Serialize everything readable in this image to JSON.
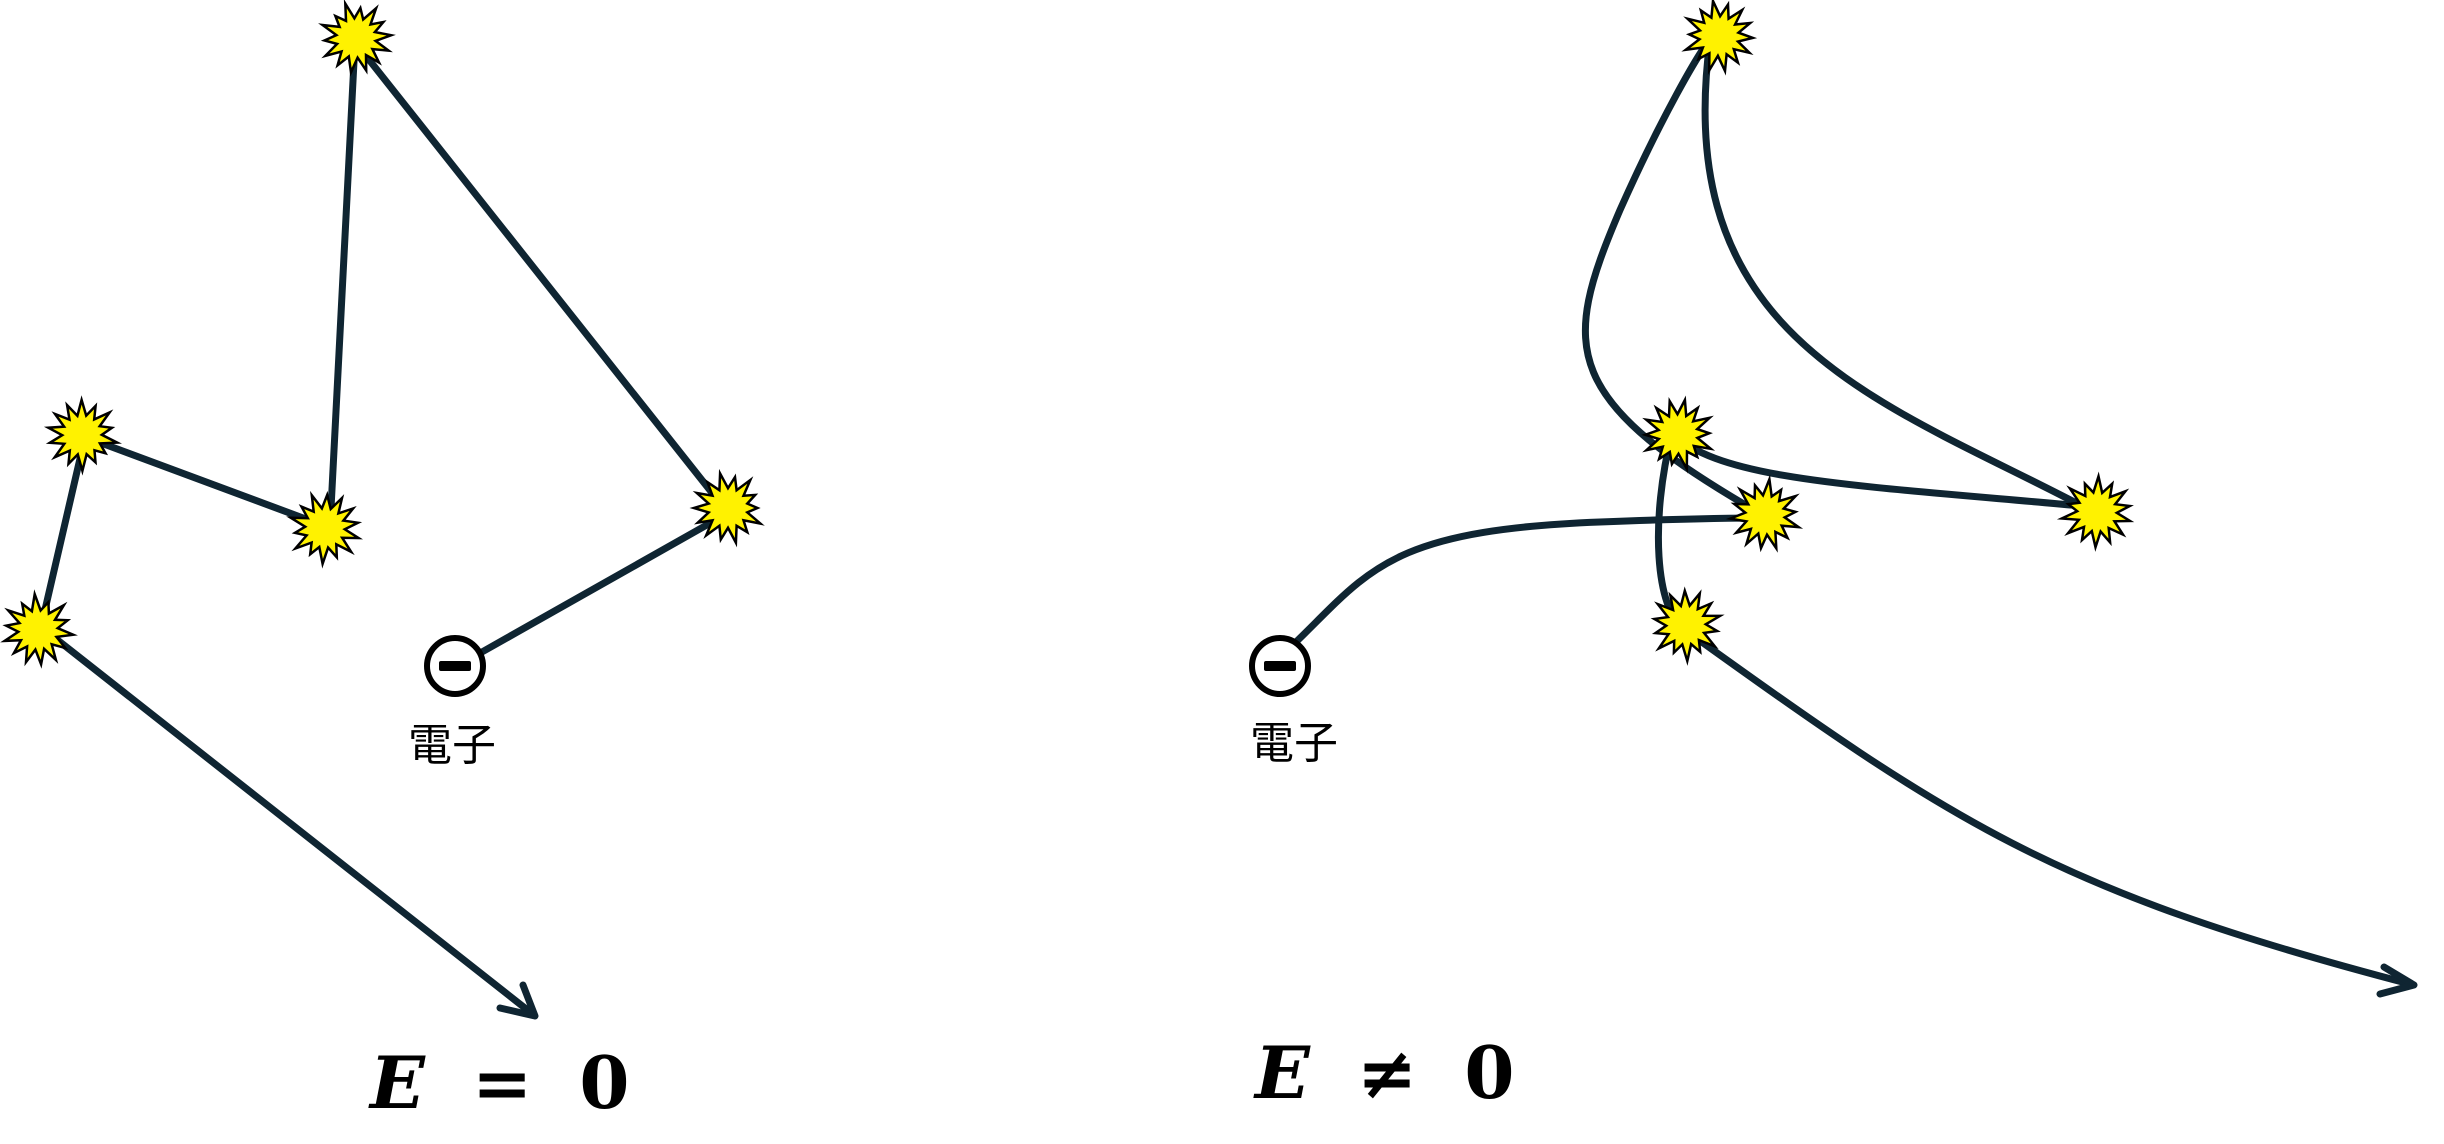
{
  "left_panel": {
    "electron_label": "電子",
    "equation": {
      "variable": "E",
      "operator": "=",
      "value": "0"
    }
  },
  "right_panel": {
    "electron_label": "電子",
    "equation": {
      "variable": "E",
      "operator": "≠",
      "value": "0"
    }
  },
  "colors": {
    "path": "#0f2532",
    "collision_fill": "#fff200",
    "collision_stroke": "#000000",
    "text": "#000000"
  },
  "icons": {
    "collision": "starburst-collision-icon",
    "electron": "negative-charge-circle-icon"
  }
}
